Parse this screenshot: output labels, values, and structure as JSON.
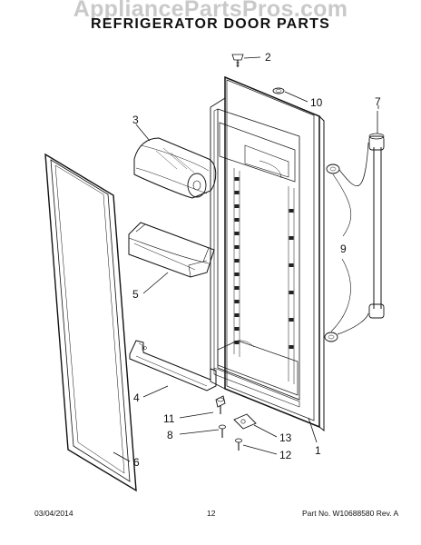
{
  "watermark": "AppliancePartsPros.com",
  "title": "REFRIGERATOR DOOR PARTS",
  "callouts": {
    "c1": "1",
    "c2": "2",
    "c3": "3",
    "c4": "4",
    "c5": "5",
    "c6": "6",
    "c7": "7",
    "c8": "8",
    "c9": "9",
    "c10": "10",
    "c11": "11",
    "c12": "12",
    "c13": "13"
  },
  "footer": {
    "date": "03/04/2014",
    "page": "12",
    "part_number": "Part No. W10688580  Rev. A"
  }
}
